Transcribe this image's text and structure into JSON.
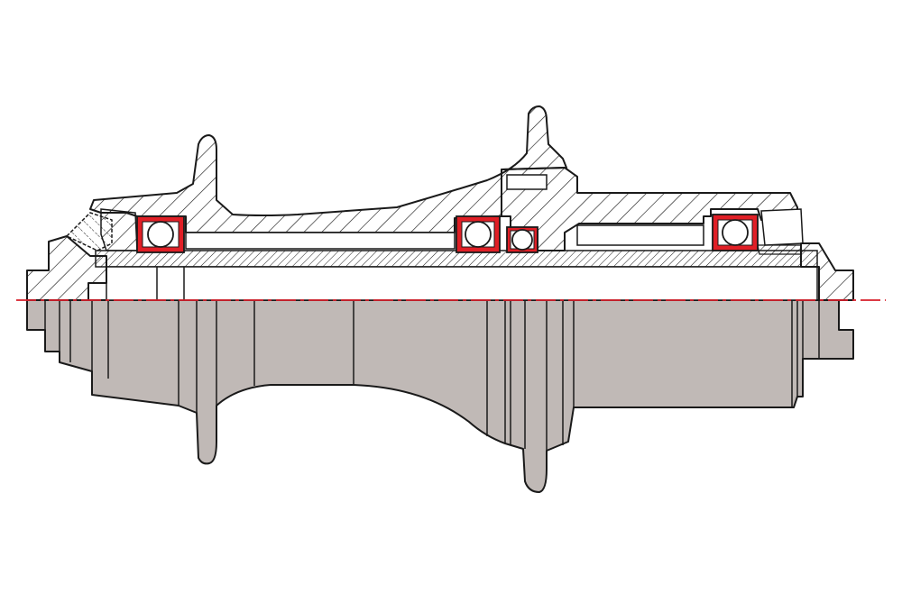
{
  "colors": {
    "background": "#ffffff",
    "outline": "#1a1a1a",
    "hatch": "#1a1a1a",
    "shell_fill": "#c0b9b6",
    "bearing_red": "#e01f26",
    "centerline": "#d81e2a"
  },
  "parts": [
    {
      "name": "hub-shell",
      "view": "section-upper"
    },
    {
      "name": "hub-shell",
      "view": "exterior-lower"
    },
    {
      "name": "axle",
      "view": "section"
    },
    {
      "name": "freehub-body",
      "view": "section"
    },
    {
      "name": "end-cap-left",
      "view": "section"
    },
    {
      "name": "end-cap-right",
      "view": "section"
    },
    {
      "name": "bearing",
      "position": "left-flange"
    },
    {
      "name": "bearing",
      "position": "right-flange"
    },
    {
      "name": "bearing",
      "position": "freehub-inner"
    },
    {
      "name": "bearing",
      "position": "freehub-outer"
    }
  ]
}
